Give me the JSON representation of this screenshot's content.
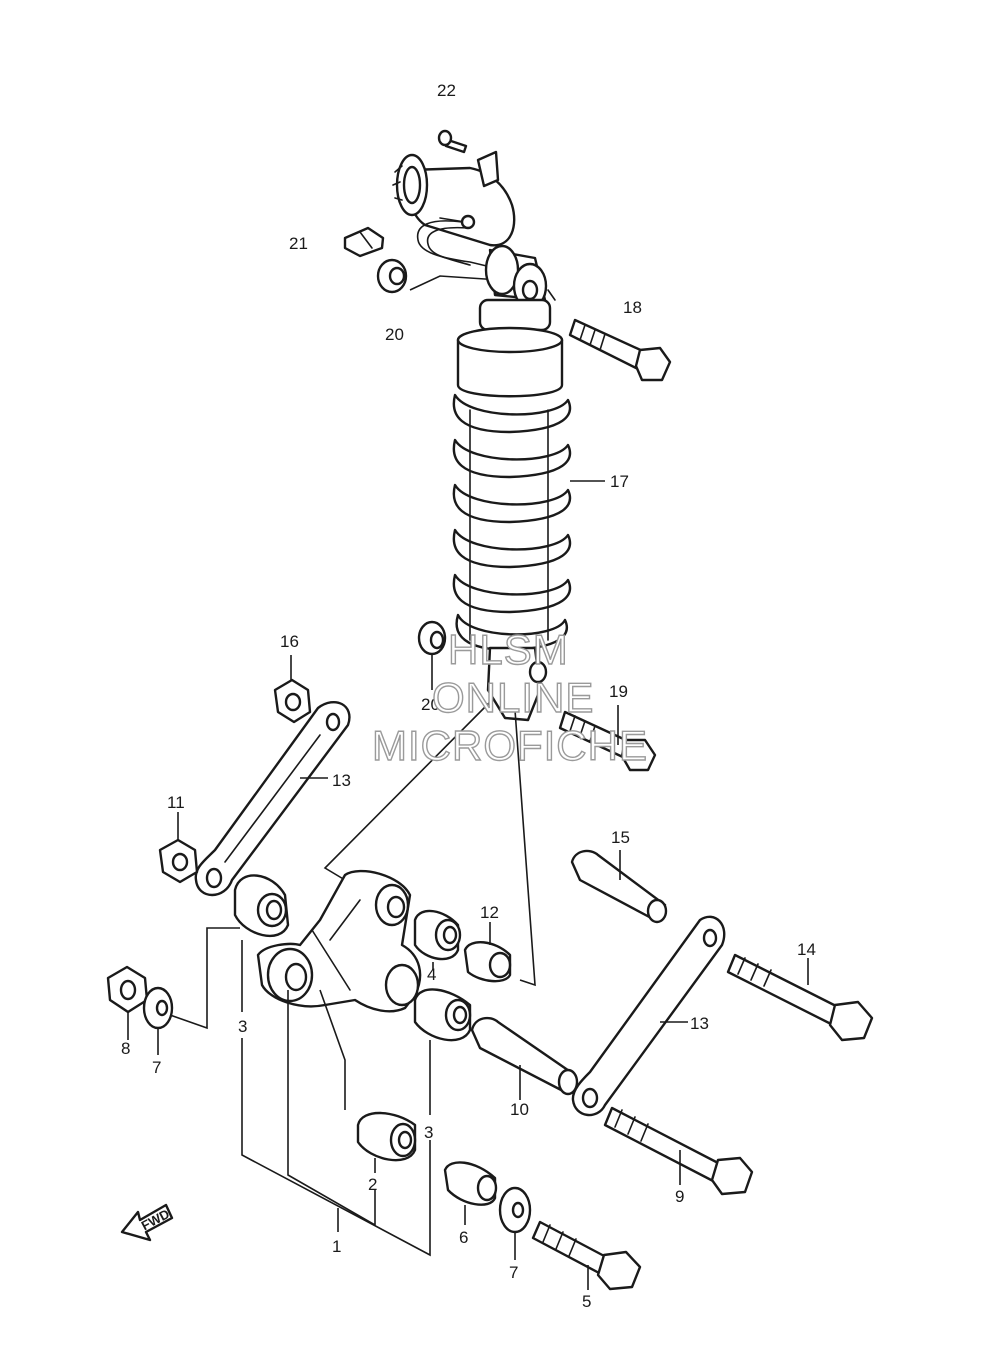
{
  "callouts": {
    "c1": "1",
    "c2": "2",
    "c3a": "3",
    "c3b": "3",
    "c4": "4",
    "c5": "5",
    "c6": "6",
    "c7a": "7",
    "c7b": "7",
    "c8": "8",
    "c9": "9",
    "c10": "10",
    "c11": "11",
    "c12": "12",
    "c13a": "13",
    "c13b": "13",
    "c14": "14",
    "c15": "15",
    "c16": "16",
    "c17": "17",
    "c18": "18",
    "c19": "19",
    "c20a": "20",
    "c20b": "20",
    "c21": "21",
    "c22": "22"
  },
  "watermark": {
    "line1": "HLSM",
    "line2": "ONLINE",
    "line3": "MICROFICHE"
  },
  "fwd_label": "FWD"
}
